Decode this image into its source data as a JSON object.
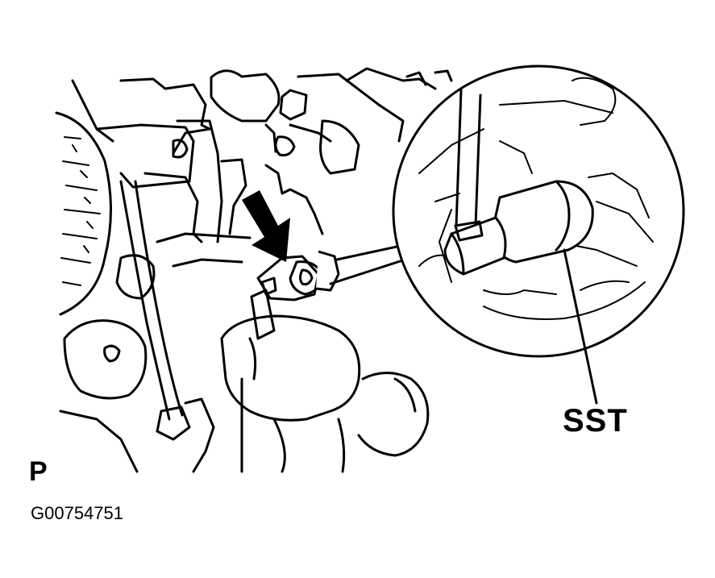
{
  "labels": {
    "sst": "SST",
    "view": "P",
    "figure_id": "G00754751"
  },
  "colors": {
    "ink": "#000000",
    "paper": "#ffffff"
  },
  "icons": {
    "pointer": "arrow-icon"
  }
}
